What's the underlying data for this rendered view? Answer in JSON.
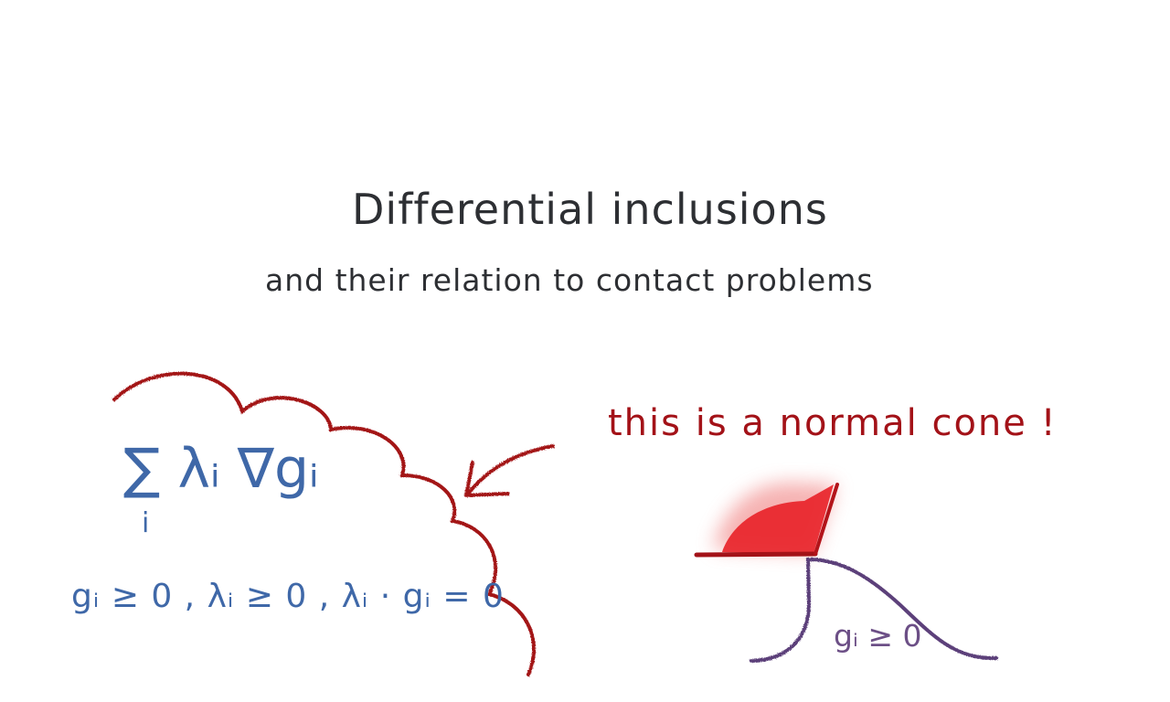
{
  "title": "Differential inclusions",
  "subtitle": "and their relation to contact problems",
  "left_panel": {
    "expression": "∑ λᵢ ∇gᵢ",
    "subscript": "i",
    "conditions": "gᵢ ≥ 0 ,  λᵢ ≥ 0 ,  λᵢ · gᵢ = 0"
  },
  "right_panel": {
    "note": "this is a normal cone !",
    "constraint": "gᵢ ≥ 0"
  },
  "colors": {
    "text": "#2d2f33",
    "accent_red": "#a31218",
    "cone_red": "#e8242a",
    "math_blue": "#3f68a8",
    "curve_purple": "#5b3f7a"
  }
}
